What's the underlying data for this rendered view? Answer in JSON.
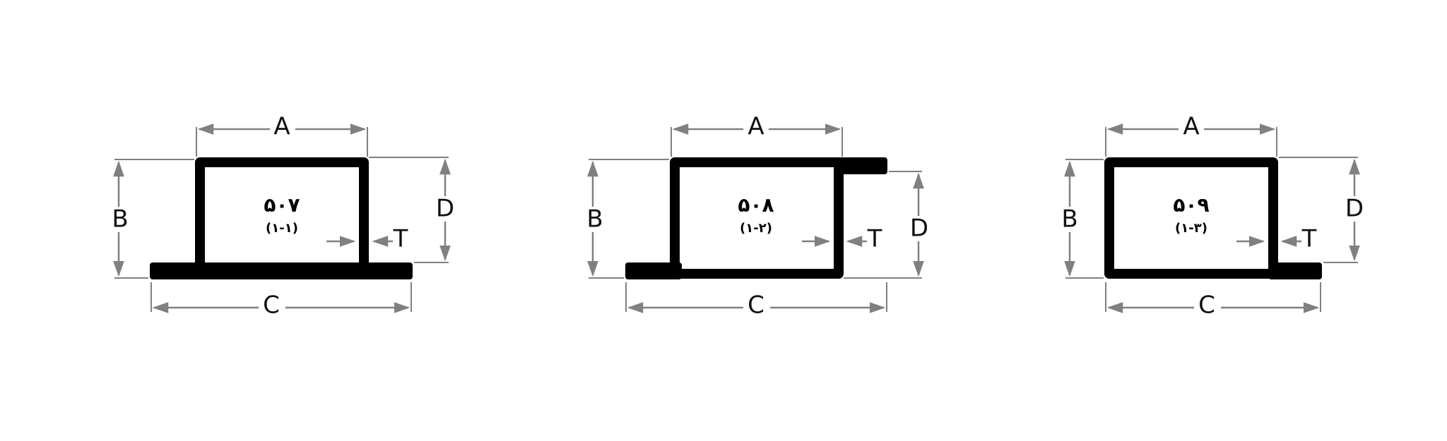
{
  "colors": {
    "profile": "#000000",
    "dimension": "#808080",
    "text": "#111111"
  },
  "profiles": [
    {
      "code": "۵۰۷",
      "sub": "(۱-۱)",
      "labels": {
        "A": "A",
        "B": "B",
        "C": "C",
        "D": "D",
        "T": "T"
      }
    },
    {
      "code": "۵۰۸",
      "sub": "(۱-۲)",
      "labels": {
        "A": "A",
        "B": "B",
        "C": "C",
        "D": "D",
        "T": "T"
      }
    },
    {
      "code": "۵۰۹",
      "sub": "(۱-۳)",
      "labels": {
        "A": "A",
        "B": "B",
        "C": "C",
        "D": "D",
        "T": "T"
      }
    }
  ]
}
